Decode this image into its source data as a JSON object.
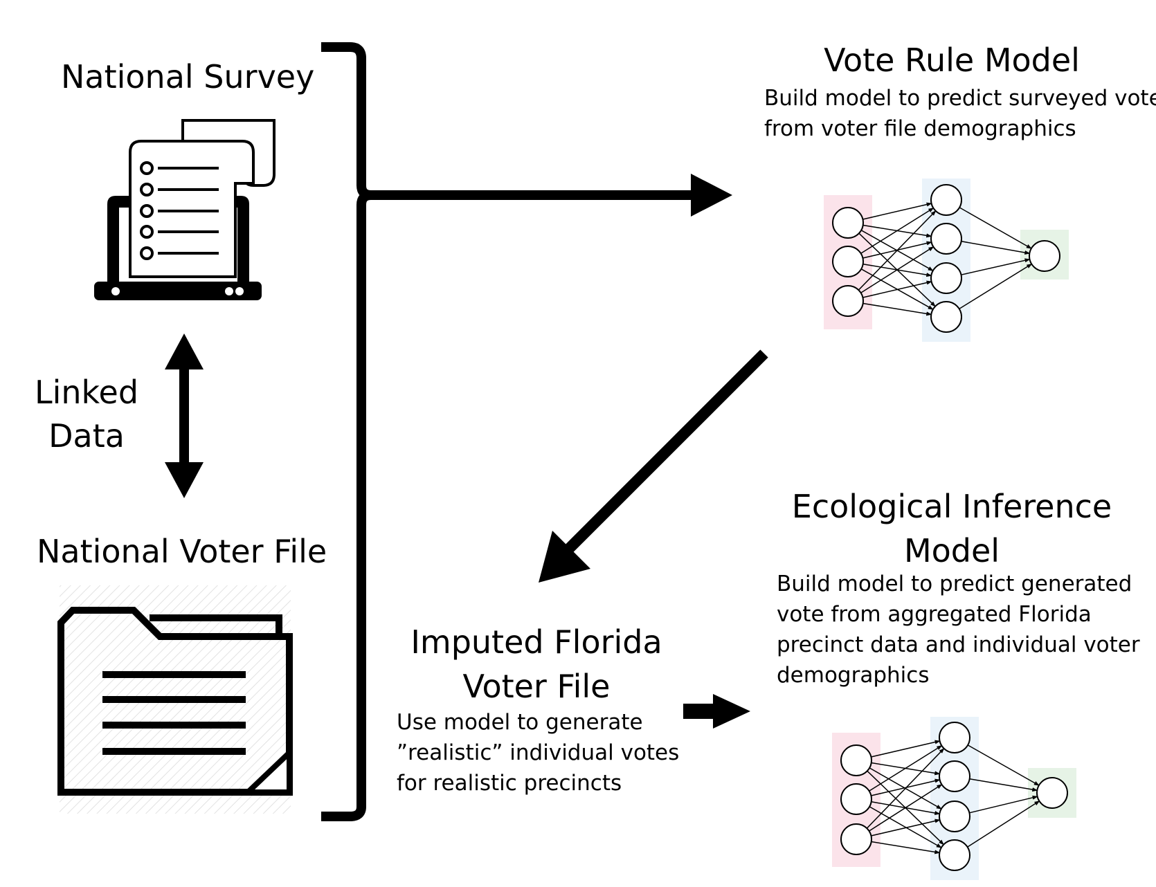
{
  "national_survey": {
    "title": "National Survey",
    "icon": "laptop-survey-icon"
  },
  "linked_data": {
    "line1": "Linked",
    "line2": "Data"
  },
  "national_voter_file": {
    "title": "National Voter File",
    "icon": "folder-document-icon"
  },
  "vote_rule_model": {
    "title": "Vote Rule Model",
    "desc_line1": "Build model to predict surveyed vote",
    "desc_line2": "from voter file demographics"
  },
  "imputed_file": {
    "title_line1": "Imputed Florida",
    "title_line2": "Voter File",
    "desc_line1": "Use model to generate",
    "desc_line2": "”realistic” individual votes",
    "desc_line3": "for realistic precincts"
  },
  "ei_model": {
    "title_line1": "Ecological Inference",
    "title_line2": "Model",
    "desc_line1": "Build model to predict generated",
    "desc_line2": "vote from aggregated Florida",
    "desc_line3": "precinct data and individual voter",
    "desc_line4": "demographics"
  },
  "colors": {
    "input_layer": "#fbe3ea",
    "hidden_layer": "#eaf3fa",
    "output_layer": "#e6f3e6",
    "ink": "#000000"
  }
}
